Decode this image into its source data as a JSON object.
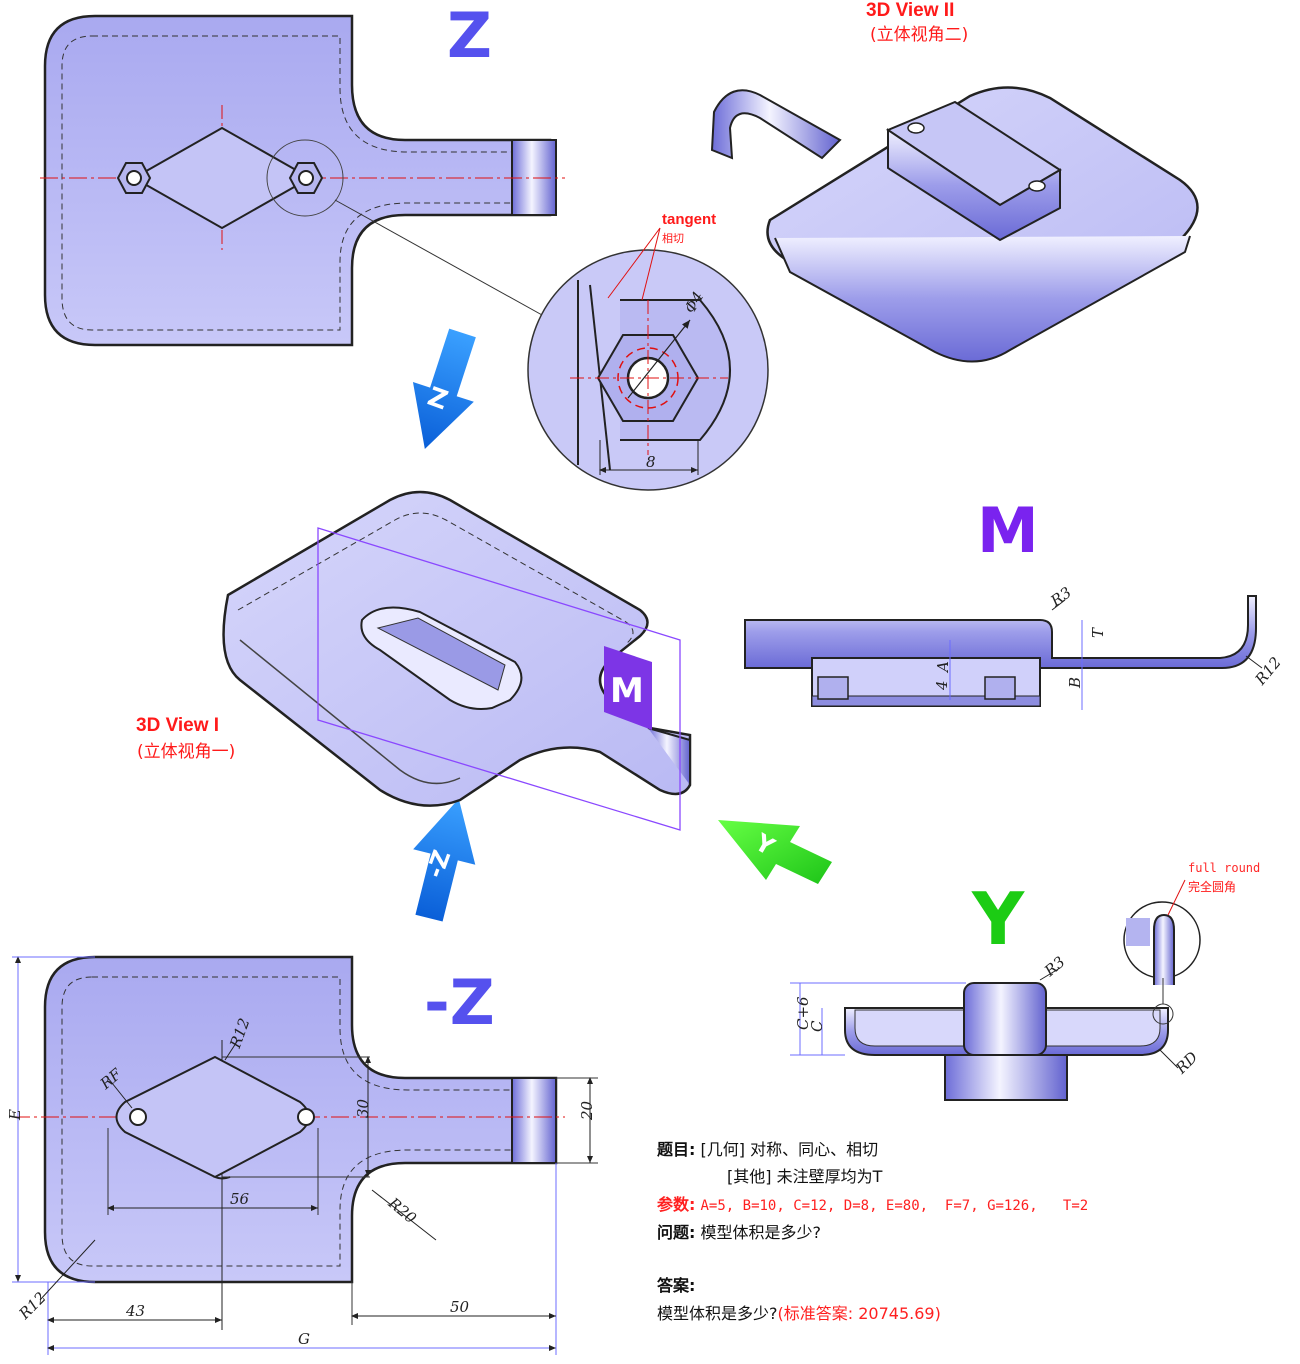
{
  "views": {
    "z": "Z",
    "neg_z": "-Z",
    "m": "M",
    "y": "Y",
    "arrow_z": "Z",
    "arrow_neg_z": "-Z",
    "arrow_y": "Y",
    "marker_m": "M"
  },
  "view3d_1": {
    "title": "3D View I",
    "subtitle": "(立体视角一)"
  },
  "view3d_2": {
    "title": "3D View II",
    "subtitle": "(立体视角二)"
  },
  "callouts": {
    "tangent_en": "tangent",
    "tangent_cn": "相切",
    "full_round_en": "full round",
    "full_round_cn": "完全圆角"
  },
  "dims": {
    "phi4": "Φ4",
    "d8": "8",
    "r3_m": "R3",
    "t": "T",
    "a": "A",
    "four": "4",
    "b": "B",
    "r12_m": "R12",
    "r3_y": "R3",
    "c6": "C+6",
    "c": "C",
    "rd": "RD",
    "e": "E",
    "r12_top": "R12",
    "rf": "RF",
    "d30": "30",
    "d56": "56",
    "r20": "R20",
    "d20": "20",
    "r12_bottom": "R12",
    "d43": "43",
    "d50": "50",
    "g": "G"
  },
  "problem": {
    "title_label": "题目:",
    "line1": "[几何] 对称、同心、相切",
    "line2": "[其他] 未注壁厚均为T",
    "params_label": "参数:",
    "params": "A=5, B=10, C=12, D=8, E=80,  F=7, G=126,   T=2",
    "question_label": "问题:",
    "question": "模型体积是多少?",
    "answer_label": "答案:",
    "answer_q": "模型体积是多少?",
    "answer_value": "(标准答案: 20745.69)"
  }
}
